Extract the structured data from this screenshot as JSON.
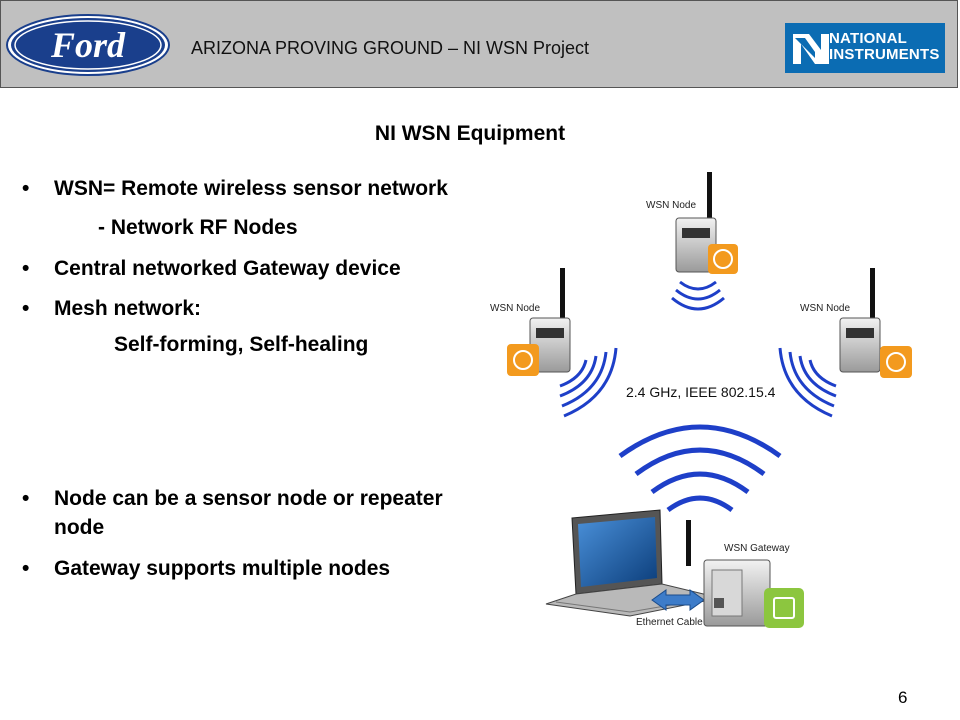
{
  "header": {
    "title": "ARIZONA PROVING GROUND – NI WSN Project",
    "left_logo": "Ford",
    "right_logo_line1": "NATIONAL",
    "right_logo_line2": "INSTRUMENTS"
  },
  "slide": {
    "title": "NI WSN Equipment",
    "bullets": [
      {
        "text": "WSN= Remote wireless sensor network"
      },
      {
        "text": "- Network RF Nodes"
      },
      {
        "text": "Central networked Gateway device"
      },
      {
        "text": "Mesh network:"
      },
      {
        "text": "Self-forming, Self-healing"
      },
      {
        "text": "Node can be a sensor node or repeater"
      },
      {
        "text": "node"
      },
      {
        "text": "Gateway supports multiple nodes"
      }
    ],
    "bullet_char": "•",
    "page_number": "6"
  },
  "diagram": {
    "node_top_label": "WSN Node",
    "node_left_label": "WSN Node",
    "node_right_label": "WSN Node",
    "frequency_label": "2.4 GHz, IEEE 802.15.4",
    "gateway_label": "WSN Gateway",
    "cable_label": "Ethernet Cable"
  },
  "colors": {
    "header_bg": "#c0c0c0",
    "ford_blue": "#1a3f8c",
    "ni_blue": "#0b6cb3",
    "wave_blue": "#1e3fc8",
    "node_orange": "#f39a1e",
    "gateway_green": "#8cc63f"
  }
}
